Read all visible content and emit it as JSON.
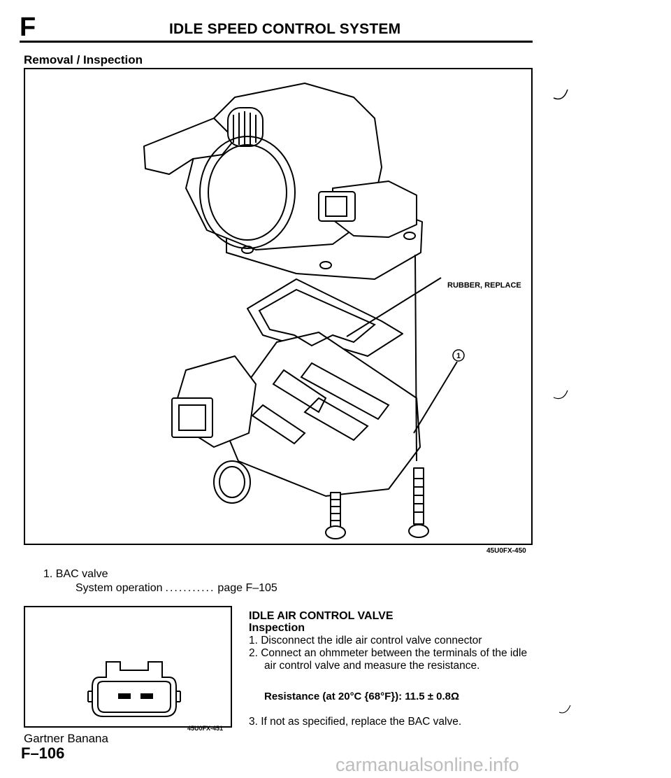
{
  "header": {
    "section_letter": "F",
    "title": "IDLE SPEED CONTROL SYSTEM"
  },
  "subheading": "Removal / Inspection",
  "figure_main": {
    "callout_rubber": "RUBBER, REPLACE",
    "callout_number": "1",
    "code": "45U0FX-450"
  },
  "legend": {
    "item1": "1.  BAC valve",
    "item1_sub_label": "System operation",
    "item1_sub_dots": "...........",
    "item1_sub_ref": "page F–105"
  },
  "figure_small": {
    "code": "45U0FX-451"
  },
  "instructions": {
    "title": "IDLE AIR CONTROL VALVE",
    "subtitle": "Inspection",
    "step1": "1.  Disconnect the idle air control valve connector",
    "step2_line1": "2.  Connect an ohmmeter between the terminals of the idle",
    "step2_line2": "air control valve and measure the resistance.",
    "spec": "Resistance (at 20°C {68°F}): 11.5 ± 0.8Ω",
    "step3": "3.  If not as specified, replace the BAC valve."
  },
  "footer": {
    "text": "Gartner Banana",
    "page_number": "F–106",
    "watermark": "carmanualsonline.info"
  }
}
